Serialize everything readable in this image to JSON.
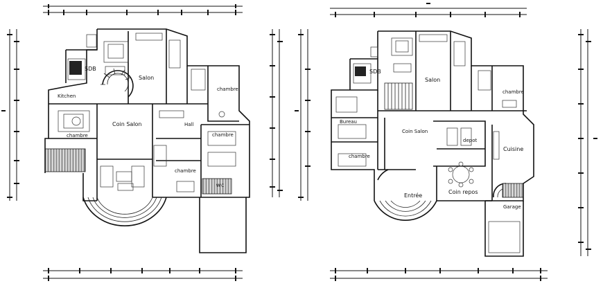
{
  "plans": [
    {
      "rooms": {
        "sdb": "SDB",
        "salon": "Salon",
        "chambre_top": "chambre",
        "kitchen": "Kitchen",
        "coin_salon": "Coin Salon",
        "hall": "Hall",
        "chambre_mid": "chambre",
        "chambre_left": "chambre",
        "chambre_bottom": "chambre",
        "wc": "W.C"
      }
    },
    {
      "rooms": {
        "sdb": "SDB",
        "salon": "Salon",
        "chambre_top": "chambre",
        "bureau": "Bureau",
        "coin_salon": "Coin Salon",
        "depot": "depot",
        "cuisine": "Cuisine",
        "chambre_left": "chambre",
        "entree": "Entrée",
        "coin_repos": "Coin repos",
        "garage": "Garage"
      }
    }
  ]
}
